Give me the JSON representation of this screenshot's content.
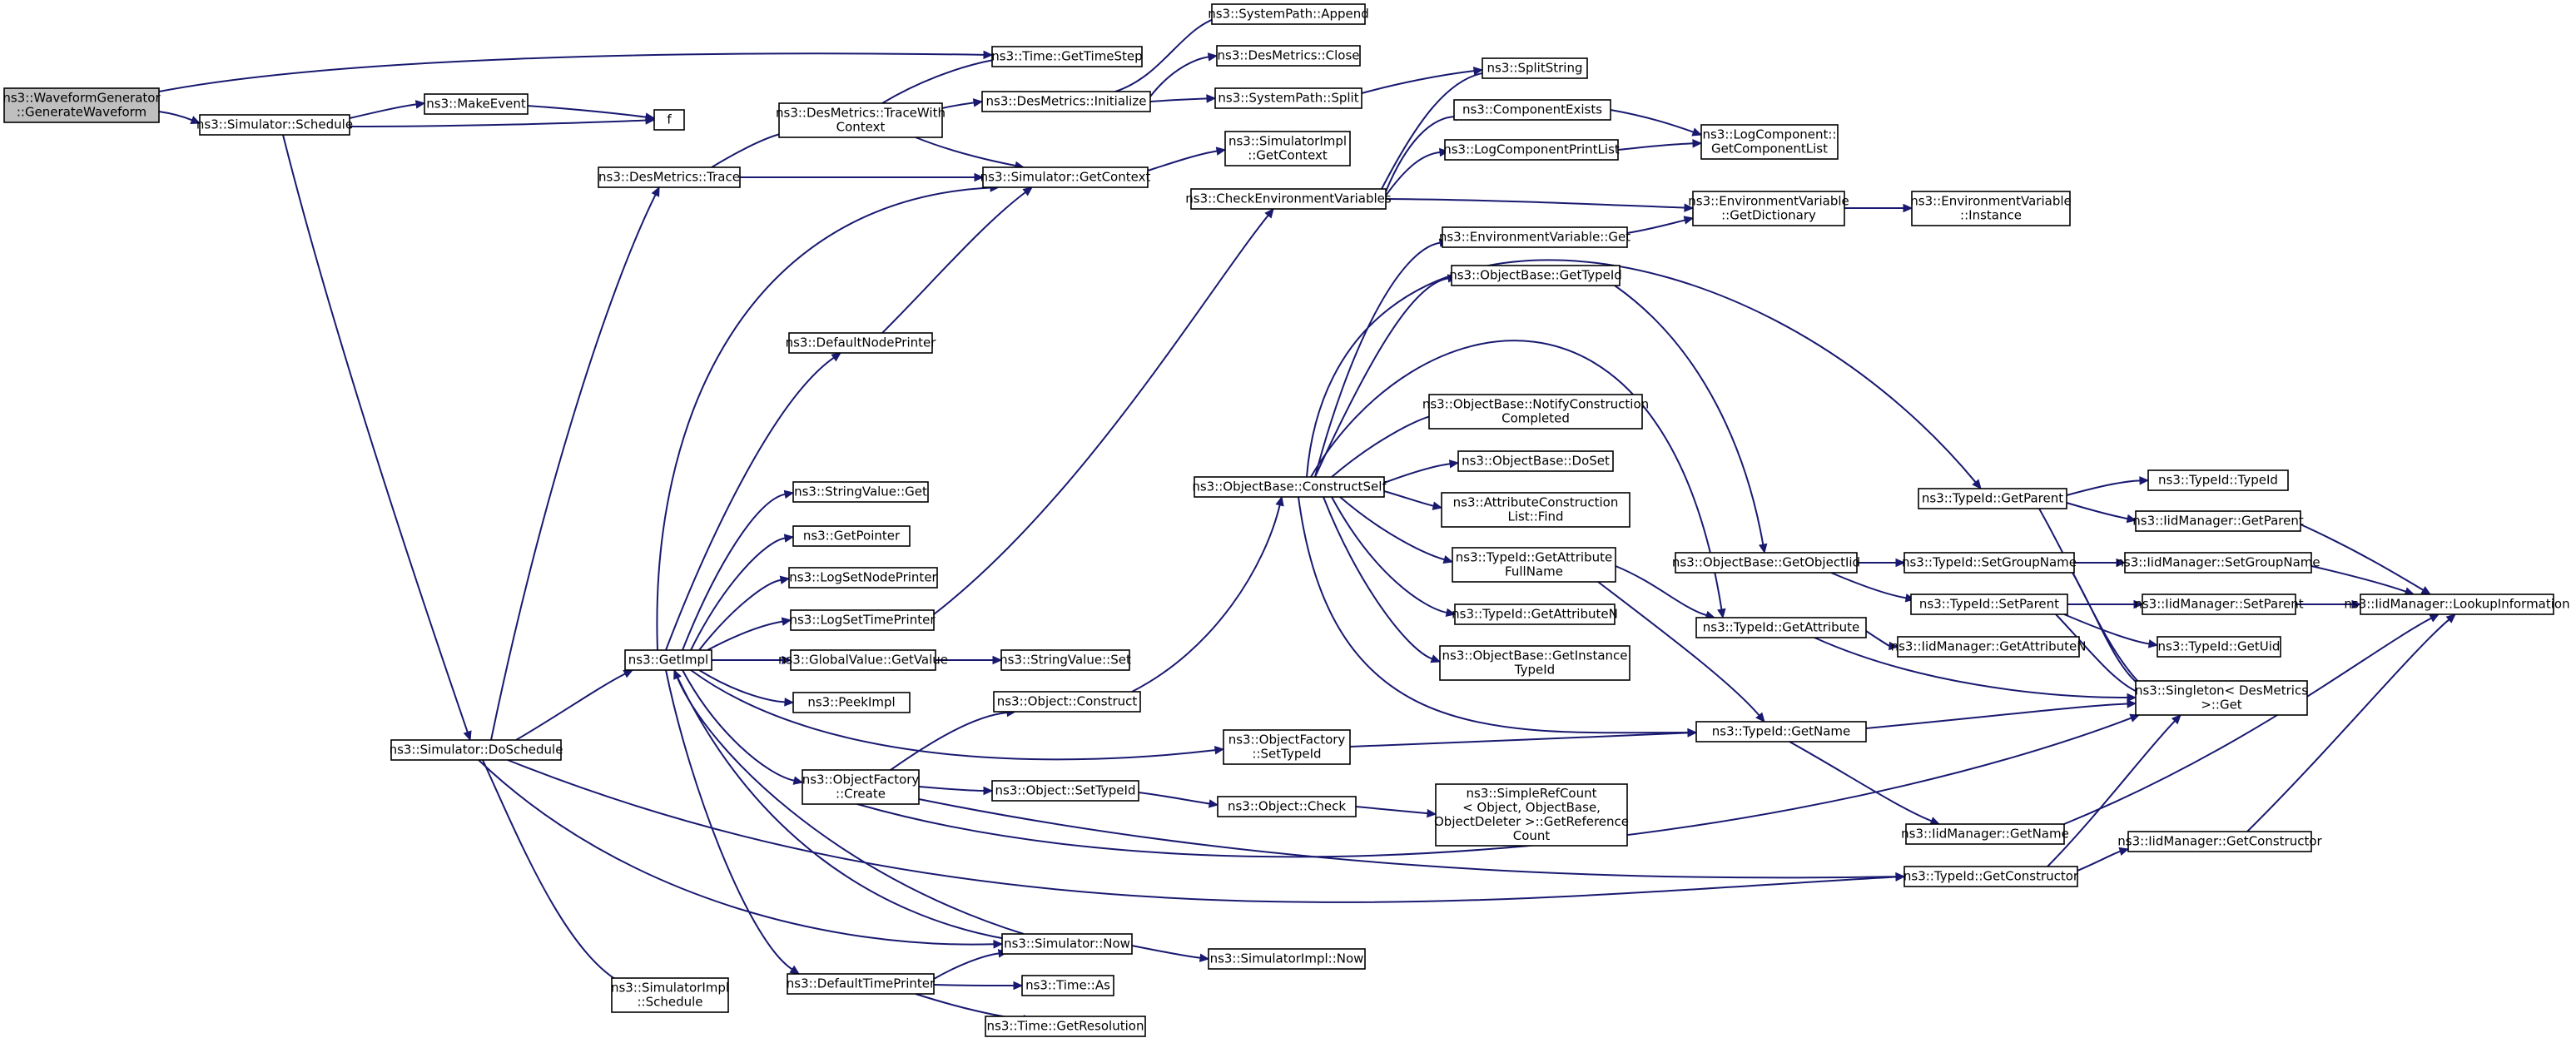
{
  "graph": {
    "nodes": [
      {
        "id": "wg",
        "lines": [
          "ns3::WaveformGenerator",
          "::GenerateWaveform"
        ],
        "root": true
      },
      {
        "id": "sched",
        "lines": [
          "ns3::Simulator::Schedule"
        ]
      },
      {
        "id": "tgts",
        "lines": [
          "ns3::Time::GetTimeStep"
        ]
      },
      {
        "id": "mkev",
        "lines": [
          "ns3::MakeEvent"
        ]
      },
      {
        "id": "f",
        "lines": [
          "f"
        ]
      },
      {
        "id": "dosched",
        "lines": [
          "ns3::Simulator::DoSchedule"
        ]
      },
      {
        "id": "dmtrace",
        "lines": [
          "ns3::DesMetrics::Trace"
        ]
      },
      {
        "id": "dmtwc",
        "lines": [
          "ns3::DesMetrics::TraceWith",
          "Context"
        ]
      },
      {
        "id": "getctx",
        "lines": [
          "ns3::Simulator::GetContext"
        ]
      },
      {
        "id": "dminit",
        "lines": [
          "ns3::DesMetrics::Initialize"
        ]
      },
      {
        "id": "spappend",
        "lines": [
          "ns3::SystemPath::Append"
        ]
      },
      {
        "id": "dmclose",
        "lines": [
          "ns3::DesMetrics::Close"
        ]
      },
      {
        "id": "spsplit",
        "lines": [
          "ns3::SystemPath::Split"
        ]
      },
      {
        "id": "splitstr",
        "lines": [
          "ns3::SplitString"
        ]
      },
      {
        "id": "simimplctx",
        "lines": [
          "ns3::SimulatorImpl",
          "::GetContext"
        ]
      },
      {
        "id": "compexists",
        "lines": [
          "ns3::ComponentExists"
        ]
      },
      {
        "id": "checkenv",
        "lines": [
          "ns3::CheckEnvironmentVariables"
        ]
      },
      {
        "id": "logcpl",
        "lines": [
          "ns3::LogComponentPrintList"
        ]
      },
      {
        "id": "logcomp",
        "lines": [
          "ns3::LogComponent::",
          "GetComponentList"
        ]
      },
      {
        "id": "envdict",
        "lines": [
          "ns3::EnvironmentVariable",
          "::GetDictionary"
        ]
      },
      {
        "id": "envinst",
        "lines": [
          "ns3::EnvironmentVariable",
          "::Instance"
        ]
      },
      {
        "id": "envget",
        "lines": [
          "ns3::EnvironmentVariable::Get"
        ]
      },
      {
        "id": "obgettid",
        "lines": [
          "ns3::ObjectBase::GetTypeId"
        ]
      },
      {
        "id": "defnode",
        "lines": [
          "ns3::DefaultNodePrinter"
        ]
      },
      {
        "id": "obnotify",
        "lines": [
          "ns3::ObjectBase::NotifyConstruction",
          "Completed"
        ]
      },
      {
        "id": "obdoset",
        "lines": [
          "ns3::ObjectBase::DoSet"
        ]
      },
      {
        "id": "construct",
        "lines": [
          "ns3::ObjectBase::ConstructSelf"
        ]
      },
      {
        "id": "tgparent",
        "lines": [
          "ns3::TypeId::GetParent"
        ]
      },
      {
        "id": "tidtid",
        "lines": [
          "ns3::TypeId::TypeId"
        ]
      },
      {
        "id": "strget",
        "lines": [
          "ns3::StringValue::Get"
        ]
      },
      {
        "id": "acfind",
        "lines": [
          "ns3::AttributeConstruction",
          "List::Find"
        ]
      },
      {
        "id": "iidgetparent",
        "lines": [
          "ns3::IidManager::GetParent"
        ]
      },
      {
        "id": "getptr",
        "lines": [
          "ns3::GetPointer"
        ]
      },
      {
        "id": "obgetoiid",
        "lines": [
          "ns3::ObjectBase::GetObjectIid"
        ]
      },
      {
        "id": "tsetgroup",
        "lines": [
          "ns3::TypeId::SetGroupName"
        ]
      },
      {
        "id": "iidsetgroup",
        "lines": [
          "ns3::IidManager::SetGroupName"
        ]
      },
      {
        "id": "tgafn",
        "lines": [
          "ns3::TypeId::GetAttribute",
          "FullName"
        ]
      },
      {
        "id": "lognode",
        "lines": [
          "ns3::LogSetNodePrinter"
        ]
      },
      {
        "id": "tsetparent",
        "lines": [
          "ns3::TypeId::SetParent"
        ]
      },
      {
        "id": "iidsetparent",
        "lines": [
          "ns3::IidManager::SetParent"
        ]
      },
      {
        "id": "lookup",
        "lines": [
          "ns3::IidManager::LookupInformation"
        ]
      },
      {
        "id": "tgan",
        "lines": [
          "ns3::TypeId::GetAttributeN"
        ]
      },
      {
        "id": "logtime",
        "lines": [
          "ns3::LogSetTimePrinter"
        ]
      },
      {
        "id": "tgattr",
        "lines": [
          "ns3::TypeId::GetAttribute"
        ]
      },
      {
        "id": "getimpl",
        "lines": [
          "ns3::GetImpl"
        ]
      },
      {
        "id": "gvgetval",
        "lines": [
          "ns3::GlobalValue::GetValue"
        ]
      },
      {
        "id": "strset",
        "lines": [
          "ns3::StringValue::Set"
        ]
      },
      {
        "id": "iidgetan",
        "lines": [
          "ns3::IidManager::GetAttributeN"
        ]
      },
      {
        "id": "tgetuid",
        "lines": [
          "ns3::TypeId::GetUid"
        ]
      },
      {
        "id": "obgetinst",
        "lines": [
          "ns3::ObjectBase::GetInstance",
          "TypeId"
        ]
      },
      {
        "id": "peek",
        "lines": [
          "ns3::PeekImpl"
        ]
      },
      {
        "id": "objconstruct",
        "lines": [
          "ns3::Object::Construct"
        ]
      },
      {
        "id": "singleton",
        "lines": [
          "ns3::Singleton< DesMetrics",
          ">::Get"
        ]
      },
      {
        "id": "tgname",
        "lines": [
          "ns3::TypeId::GetName"
        ]
      },
      {
        "id": "ofsettid",
        "lines": [
          "ns3::ObjectFactory",
          "::SetTypeId"
        ]
      },
      {
        "id": "ofcreate",
        "lines": [
          "ns3::ObjectFactory",
          "::Create"
        ]
      },
      {
        "id": "objsettid",
        "lines": [
          "ns3::Object::SetTypeId"
        ]
      },
      {
        "id": "objcheck",
        "lines": [
          "ns3::Object::Check"
        ]
      },
      {
        "id": "simplerc",
        "lines": [
          "ns3::SimpleRefCount",
          "< Object, ObjectBase,",
          "ObjectDeleter >::GetReference",
          "Count"
        ]
      },
      {
        "id": "iidgetname",
        "lines": [
          "ns3::IidManager::GetName"
        ]
      },
      {
        "id": "iidgetctor",
        "lines": [
          "ns3::IidManager::GetConstructor"
        ]
      },
      {
        "id": "tgetctor",
        "lines": [
          "ns3::TypeId::GetConstructor"
        ]
      },
      {
        "id": "simnow",
        "lines": [
          "ns3::Simulator::Now"
        ]
      },
      {
        "id": "simimplnow",
        "lines": [
          "ns3::SimulatorImpl::Now"
        ]
      },
      {
        "id": "deftime",
        "lines": [
          "ns3::DefaultTimePrinter"
        ]
      },
      {
        "id": "timeas",
        "lines": [
          "ns3::Time::As"
        ]
      },
      {
        "id": "simimplsched",
        "lines": [
          "ns3::SimulatorImpl",
          "::Schedule"
        ]
      },
      {
        "id": "timegetres",
        "lines": [
          "ns3::Time::GetResolution"
        ]
      }
    ]
  }
}
